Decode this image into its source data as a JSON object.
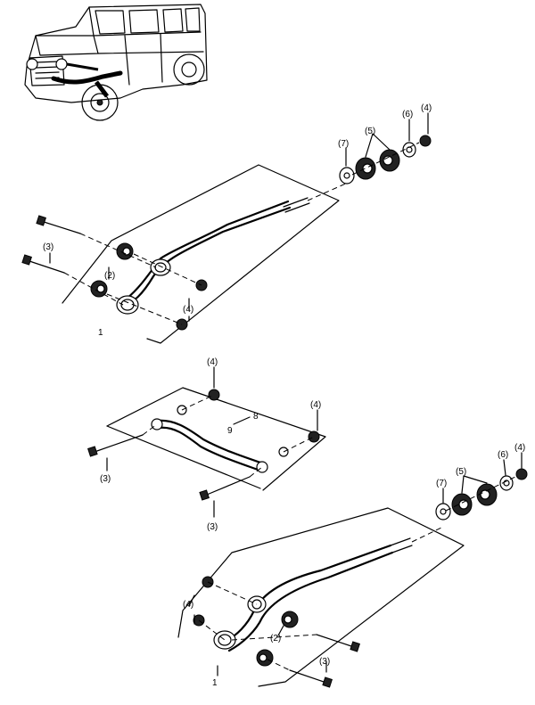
{
  "diagram": {
    "callouts": {
      "top_assembly": {
        "main": "1",
        "bushing": "(2)",
        "bolt": "(3)",
        "nut_left": "(4)",
        "nut_right": "(4)",
        "bushing_pair": "(5)",
        "washer": "(6)",
        "spacer": "(7)"
      },
      "middle_assembly": {
        "nut_top": "(4)",
        "nut_right": "(4)",
        "frame": "8",
        "rod": "9",
        "bolt_left": "(3)",
        "bolt_bottom": "(3)"
      },
      "bottom_assembly": {
        "main": "1",
        "bushing": "(2)",
        "bolt": "(3)",
        "nut_left": "(4)",
        "nut_right": "(4)",
        "bushing_pair": "(5)",
        "washer": "(6)",
        "spacer": "(7)"
      }
    },
    "icons": {
      "vehicle": "off-road-suv-icon"
    }
  }
}
